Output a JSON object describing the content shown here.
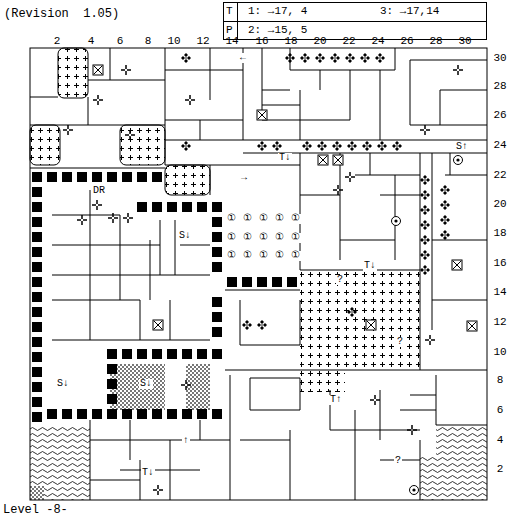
{
  "diagram": {
    "title": "(Revision  1.05)",
    "caption": "Level -8-",
    "nodes": [
      {
        "text": [
          "T",
          "1: →17, 4",
          "3: →17,14",
          "P",
          "2: →15, 5"
        ]
      }
    ],
    "labels": [
      "2",
      "4",
      "6",
      "8",
      "10",
      "12",
      "14",
      "16",
      "18",
      "20",
      "22",
      "24",
      "26",
      "28",
      "30",
      "30",
      "28",
      "26",
      "24",
      "22",
      "20",
      "18",
      "16",
      "14",
      "12",
      "10",
      "8",
      "6",
      "4",
      "2",
      "S↑",
      "T↓",
      "→",
      "←",
      "DR",
      "S↓",
      "T↓",
      "?",
      "?",
      "S↓",
      "S↓",
      "T↑",
      "↑",
      "?",
      "T↓",
      "①",
      "①",
      "①",
      "①",
      "①",
      "①",
      "①",
      "①",
      "①",
      "①",
      "①",
      "①",
      "①",
      "①",
      "①"
    ]
  }
}
